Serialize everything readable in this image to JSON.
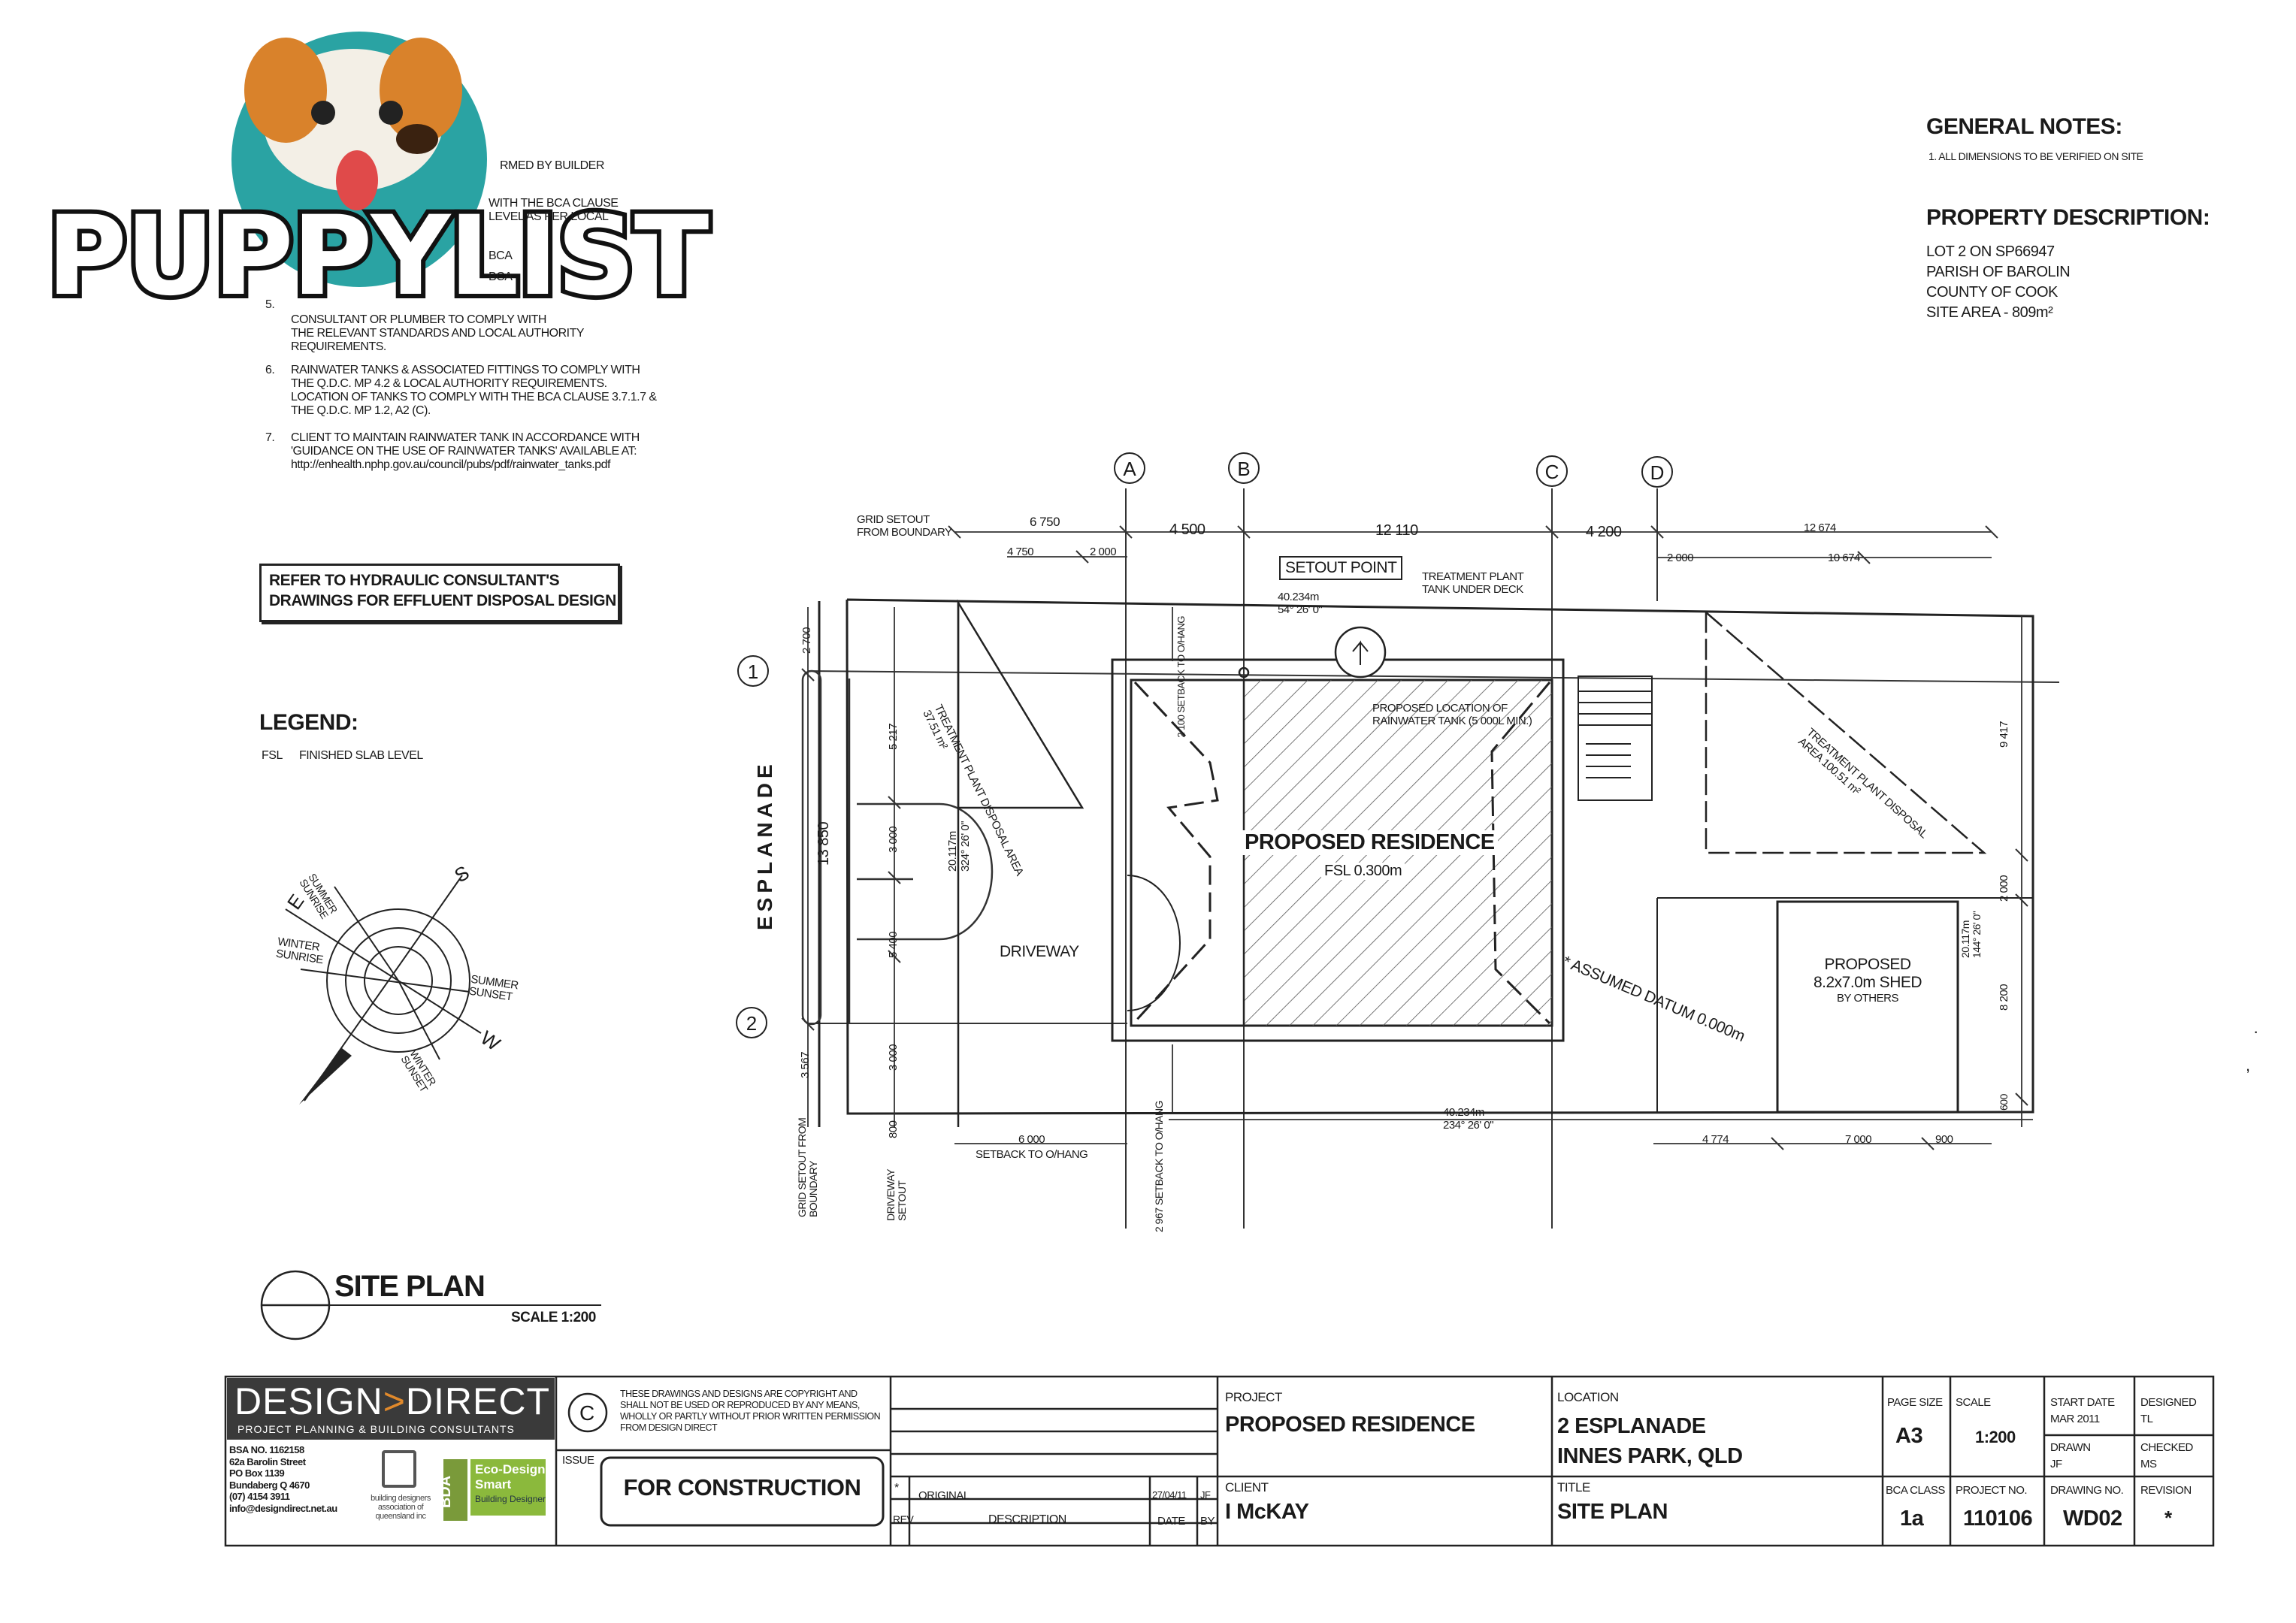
{
  "watermark": {
    "text": "PUPPYLIST"
  },
  "notes_fragment": {
    "line1": "RMED BY BUILDER",
    "line2": "WITH THE BCA CLAUSE",
    "line3": "LEVEL AS PER LOCAL",
    "line4": "BCA",
    "line5": "BCA",
    "item5_num": "5.",
    "item5_a": "CONSULTANT OR PLUMBER TO COMPLY WITH",
    "item5_b": "THE RELEVANT STANDARDS AND LOCAL AUTHORITY",
    "item5_c": "REQUIREMENTS.",
    "item6_num": "6.",
    "item6_a": "RAINWATER TANKS & ASSOCIATED FITTINGS TO COMPLY WITH",
    "item6_b": "THE Q.D.C. MP 4.2 & LOCAL AUTHORITY REQUIREMENTS.",
    "item6_c": "LOCATION OF TANKS TO COMPLY WITH THE BCA CLAUSE 3.7.1.7 &",
    "item6_d": "THE Q.D.C. MP 1.2, A2 (C).",
    "item7_num": "7.",
    "item7_a": "CLIENT TO MAINTAIN RAINWATER TANK IN ACCORDANCE WITH",
    "item7_b": "'GUIDANCE ON THE USE OF RAINWATER TANKS' AVAILABLE AT:",
    "item7_c": "http://enhealth.nphp.gov.au/council/pubs/pdf/rainwater_tanks.pdf"
  },
  "hydraulic_box": {
    "line1": "REFER TO HYDRAULIC CONSULTANT'S",
    "line2": "DRAWINGS FOR EFFLUENT DISPOSAL DESIGN"
  },
  "legend": {
    "title": "LEGEND:",
    "abbr": "FSL",
    "meaning": "FINISHED SLAB LEVEL"
  },
  "general_notes": {
    "title": "GENERAL NOTES:",
    "item1": "1.    ALL DIMENSIONS TO BE VERIFIED ON SITE"
  },
  "property": {
    "title": "PROPERTY DESCRIPTION:",
    "lot": "LOT 2 ON SP66947",
    "parish": "PARISH OF BAROLIN",
    "county": "COUNTY OF COOK",
    "area": "SITE AREA - 809m²"
  },
  "compass": {
    "n_label": "S",
    "e_label": "E",
    "w_label": "W",
    "summer_sunrise": "SUMMER SUNRISE",
    "winter_sunrise_1": "WINTER",
    "winter_sunrise_2": "SUNRISE",
    "summer_sunset_1": "SUMMER",
    "summer_sunset_2": "SUNSET",
    "winter_sunset": "WINTER SUNSET"
  },
  "plan": {
    "grid_A": "A",
    "grid_B": "B",
    "grid_C": "C",
    "grid_D": "D",
    "grid_1": "1",
    "grid_2": "2",
    "grid_setout_1": "GRID SETOUT",
    "grid_setout_2": "FROM BOUNDARY",
    "dim_6750": "6 750",
    "dim_4500": "4 500",
    "dim_12110": "12 110",
    "dim_4200": "4 200",
    "dim_12674": "12 674",
    "dim_4750": "4 750",
    "dim_2000a": "2 000",
    "dim_2000b": "2 000",
    "dim_10674": "10 674",
    "setout_point": "SETOUT POINT",
    "bearing_top_1": "40.234m",
    "bearing_top_2": "54° 26' 0\"",
    "treatment_tank_1": "TREATMENT PLANT",
    "treatment_tank_2": "TANK UNDER DECK",
    "setback_2100_a": "2 100",
    "setback_2100_b": "SETBACK",
    "setback_2100_c": "TO O/HANG",
    "rainwater_1": "PROPOSED LOCATION OF",
    "rainwater_2": "RAINWATER TANK (5 000L MIN.)",
    "residence": "PROPOSED RESIDENCE",
    "fsl": "FSL 0.300m",
    "disposal_left": "TREATMENT PLANT DISPOSAL AREA 37.51 m²",
    "disposal_right": "TREATMENT PLANT DISPOSAL AREA 100.51 m²",
    "esplanade": "ESPLANADE",
    "dim_13850": "13 850",
    "dim_2700": "2 700",
    "dim_5217": "5 217",
    "dim_3000a": "3 000",
    "dim_5400": "5 400",
    "dim_3000b": "3 000",
    "dim_3567": "3 567",
    "dim_800": "800",
    "bearing_left_1": "20.117m",
    "bearing_left_2": "324° 26' 0\"",
    "driveway": "DRIVEWAY",
    "datum": "* ASSUMED DATUM 0.000m",
    "shed_1": "PROPOSED",
    "shed_2": "8.2x7.0m SHED",
    "shed_3": "BY OTHERS",
    "bearing_right_1": "20.117m",
    "bearing_right_2": "144° 26' 0\"",
    "dim_9417": "9 417",
    "dim_2000c": "2 000",
    "dim_8200": "8 200",
    "dim_600": "600",
    "setback_2967_a": "2 967",
    "setback_2967_b": "SETBACK",
    "setback_2967_c": "TO O/HANG",
    "bearing_bottom_1": "40.234m",
    "bearing_bottom_2": "234° 26' 0\"",
    "dim_6000": "6 000",
    "setback_oh": "SETBACK TO O/HANG",
    "dim_4774": "4 774",
    "dim_7000": "7 000",
    "dim_900": "900",
    "grid_setout_v": "GRID SETOUT FROM BOUNDARY",
    "driveway_setout": "DRIVEWAY SETOUT"
  },
  "site_plan_title": {
    "title": "SITE PLAN",
    "scale": "SCALE 1:200"
  },
  "title_block": {
    "firm_1": "DESIGN",
    "firm_arrow": ">",
    "firm_2": "DIRECT",
    "firm_sub": "PROJECT PLANNING & BUILDING CONSULTANTS",
    "bsa": "BSA NO. 1162158",
    "addr1": "62a Barolin Street",
    "addr2": "PO Box 1139",
    "addr3": "Bundaberg Q 4670",
    "phone": "(07) 4154 3911",
    "email": "info@designdirect.net.au",
    "bd_logo_1": "building designers",
    "bd_logo_2": "association of",
    "bd_logo_3": "queensland inc",
    "eco_1": "Eco-Design",
    "eco_2": "Smart",
    "eco_3": "Building Designer",
    "bda": "BDA",
    "copyright_symbol": "C",
    "copyright_1": "THESE DRAWINGS AND DESIGNS ARE COPYRIGHT AND",
    "copyright_2": "SHALL NOT BE USED OR REPRODUCED BY ANY MEANS,",
    "copyright_3": "WHOLLY OR PARTLY WITHOUT PRIOR WRITTEN PERMISSION",
    "copyright_4": "FROM DESIGN DIRECT",
    "issue_label": "ISSUE",
    "issue_value": "FOR CONSTRUCTION",
    "rev_star": "*",
    "rev_desc": "ORIGINAL",
    "rev_date": "27/04/11",
    "rev_by": "JF",
    "col_rev": "REV",
    "col_desc": "DESCRIPTION",
    "col_date": "DATE",
    "col_by": "BY",
    "project_label": "PROJECT",
    "project_value": "PROPOSED RESIDENCE",
    "client_label": "CLIENT",
    "client_value": "I McKAY",
    "location_label": "LOCATION",
    "location_1": "2 ESPLANADE",
    "location_2": "INNES PARK, QLD",
    "title_label": "TITLE",
    "title_value": "SITE PLAN",
    "page_size_label": "PAGE SIZE",
    "page_size_value": "A3",
    "scale_label": "SCALE",
    "scale_value": "1:200",
    "start_label_1": "START DATE",
    "start_value": "MAR 2011",
    "designed_label": "DESIGNED",
    "designed_value": "TL",
    "drawn_label": "DRAWN",
    "drawn_value": "JF",
    "checked_label": "CHECKED",
    "checked_value": "MS",
    "bca_label": "BCA CLASS",
    "bca_value": "1a",
    "projno_label": "PROJECT NO.",
    "projno_value": "110106",
    "drawno_label": "DRAWING NO.",
    "drawno_value": "WD02",
    "revision_label": "REVISION",
    "revision_value": "*"
  },
  "colors": {
    "line": "#2a2a2a",
    "teal": "#2aa3a3",
    "dog_orange": "#d9822b",
    "title_dark": "#3a3a3a",
    "eco_green": "#8bb93c"
  }
}
